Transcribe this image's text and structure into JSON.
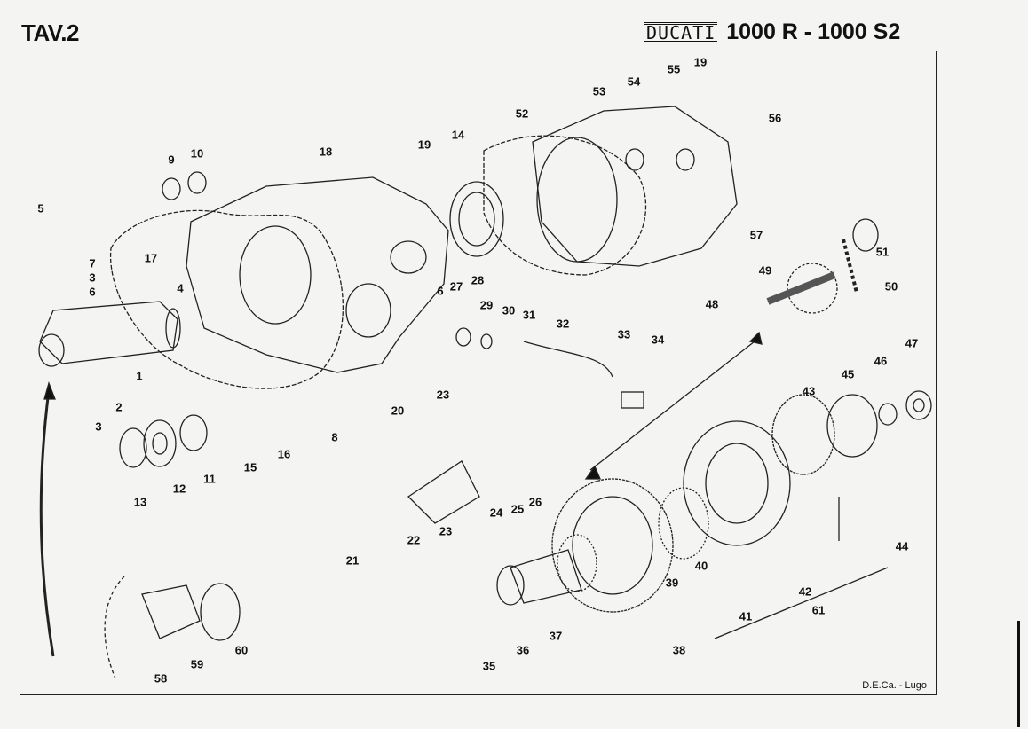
{
  "header": {
    "plate": "TAV.2",
    "brand_logo": "DUCATI",
    "models": "1000 R - 1000 S2"
  },
  "credit": "D.E.Ca. - Lugo",
  "callouts": [
    "19",
    "55",
    "54",
    "53",
    "56",
    "52",
    "19",
    "14",
    "18",
    "9",
    "10",
    "5",
    "57",
    "51",
    "17",
    "7",
    "3",
    "6",
    "4",
    "28",
    "27",
    "6",
    "49",
    "50",
    "29",
    "30",
    "31",
    "32",
    "48",
    "33",
    "34",
    "47",
    "46",
    "45",
    "43",
    "1",
    "2",
    "3",
    "23",
    "20",
    "8",
    "16",
    "15",
    "11",
    "12",
    "13",
    "26",
    "25",
    "24",
    "22",
    "23",
    "21",
    "44",
    "40",
    "39",
    "42",
    "61",
    "41",
    "37",
    "36",
    "38",
    "35",
    "60",
    "59",
    "58"
  ]
}
